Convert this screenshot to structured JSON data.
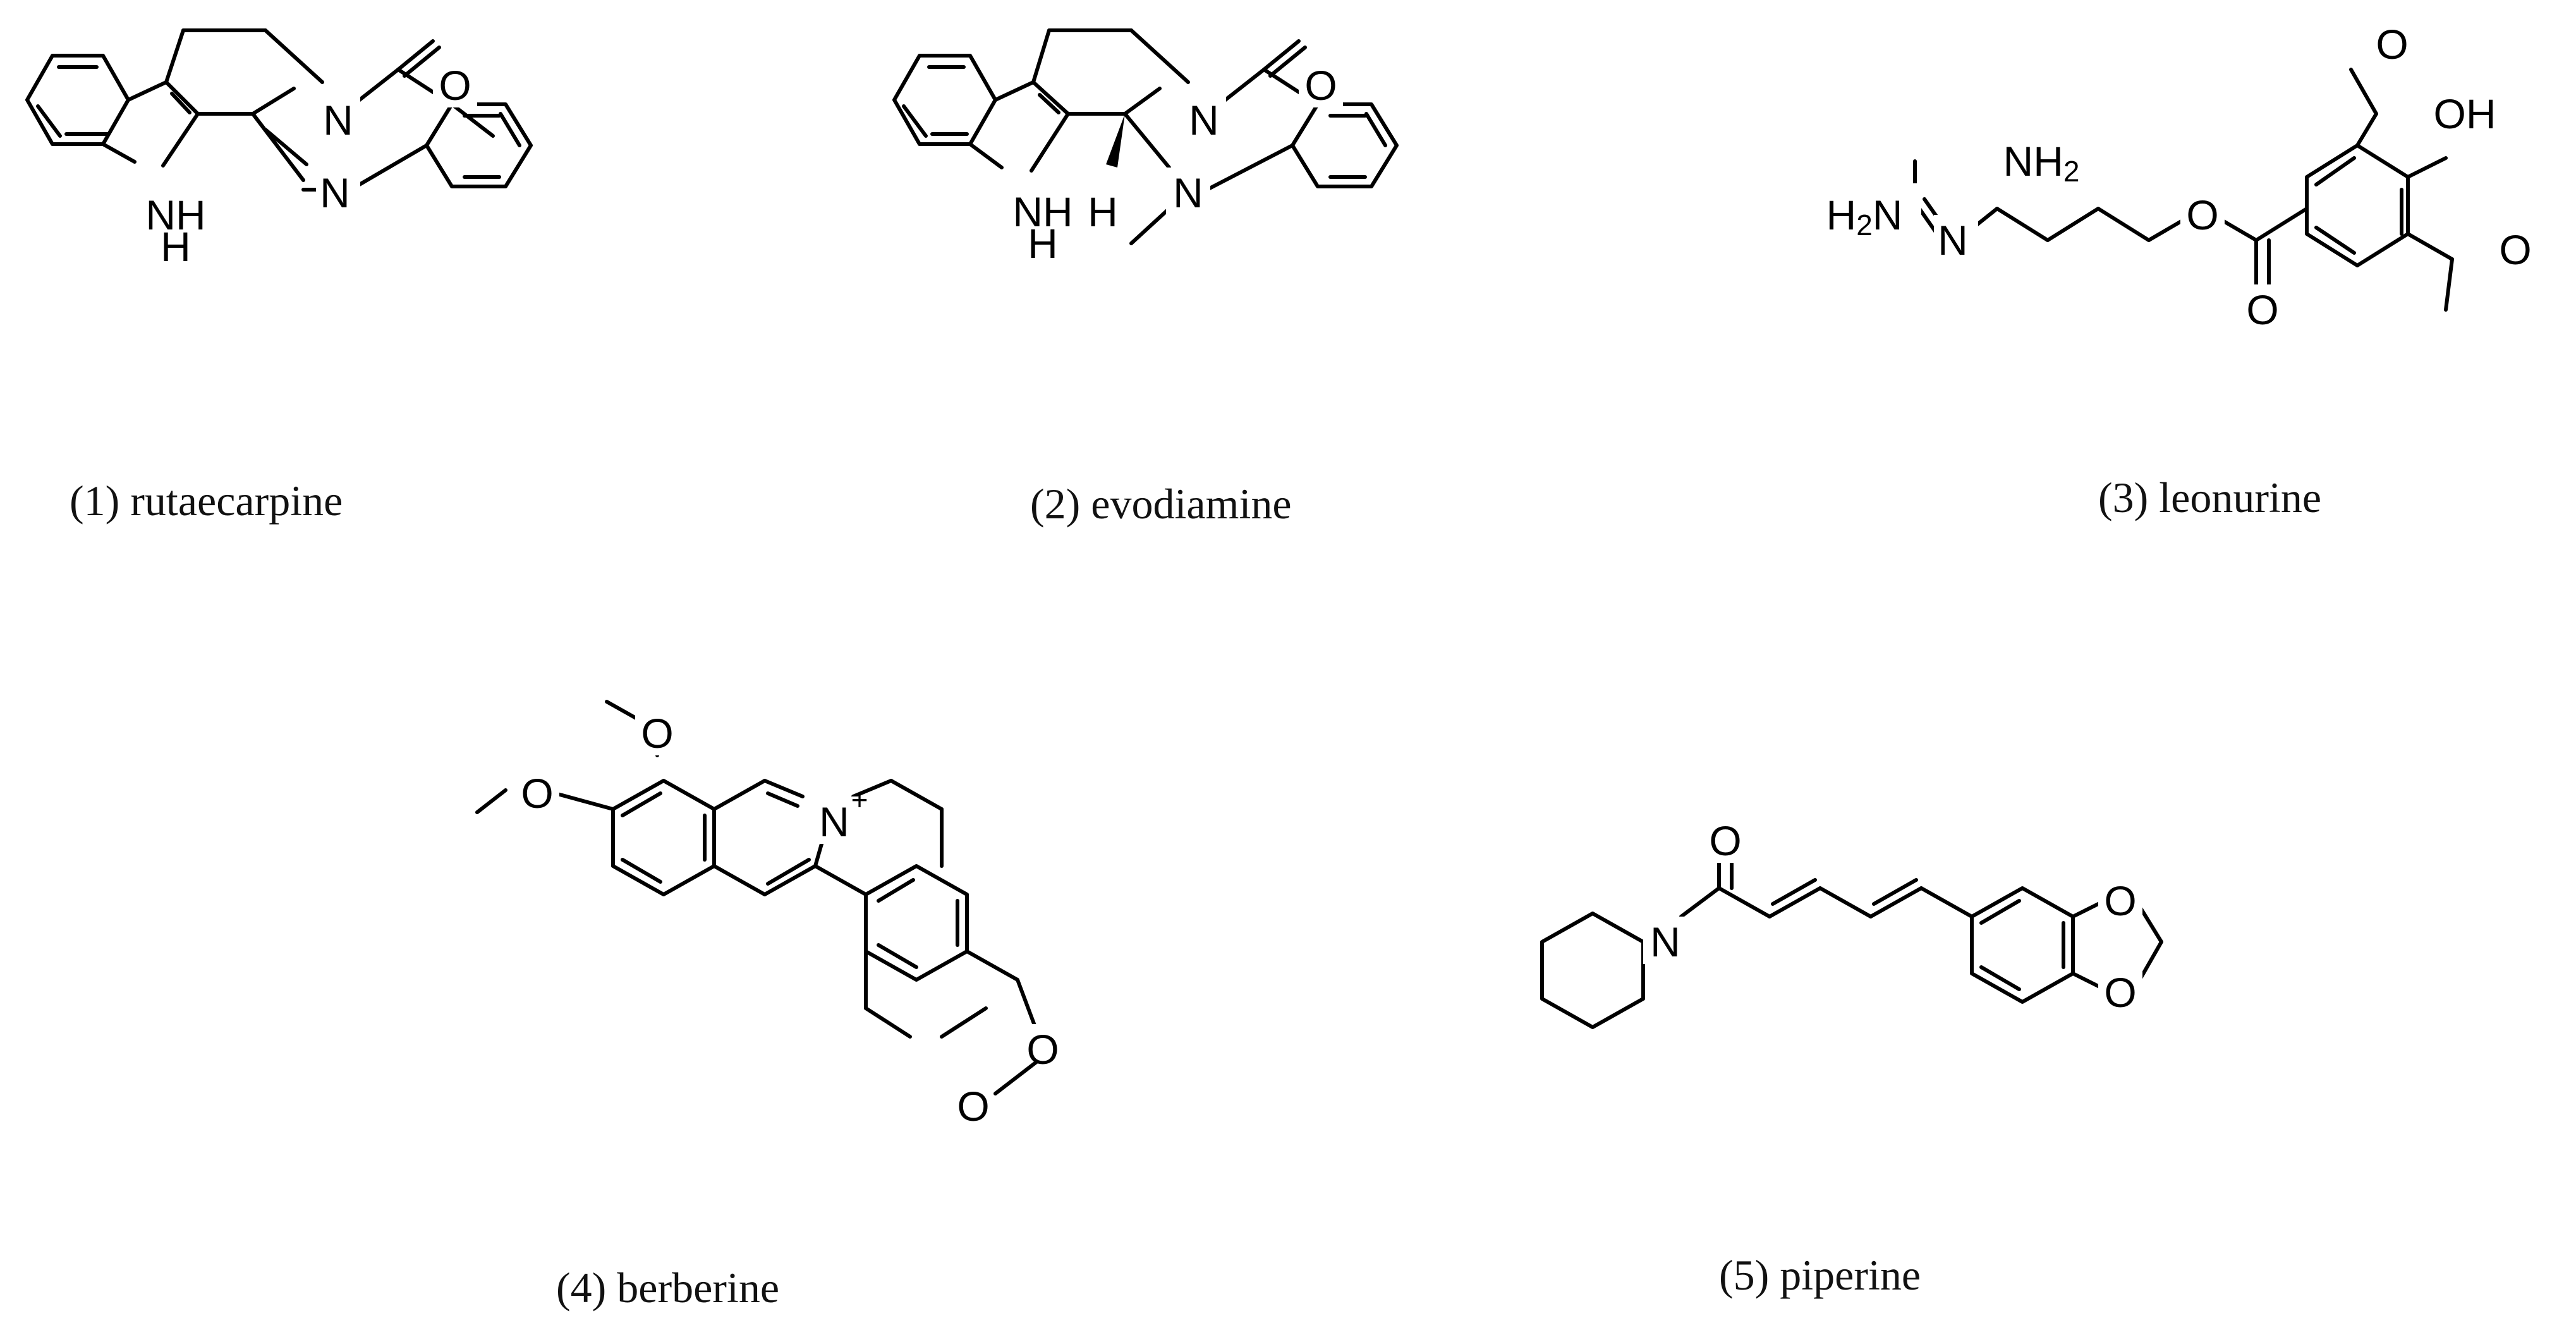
{
  "captions": {
    "c1": "(1) rutaecarpine",
    "c2": "(2) evodiamine",
    "c3": "(3) leonurine",
    "c4": "(4) berberine",
    "c5": "(5) piperine"
  },
  "atoms": {
    "N": "N",
    "O": "O",
    "H": "H",
    "NH": "NH",
    "NH2_main": "NH",
    "NH2_sub": "2",
    "H2N_main_h": "H",
    "H2N_sub": "2",
    "H2N_main_n": "N",
    "OH": "OH",
    "plus": "+"
  },
  "colors": {
    "ink": "#000000",
    "background": "#ffffff"
  }
}
